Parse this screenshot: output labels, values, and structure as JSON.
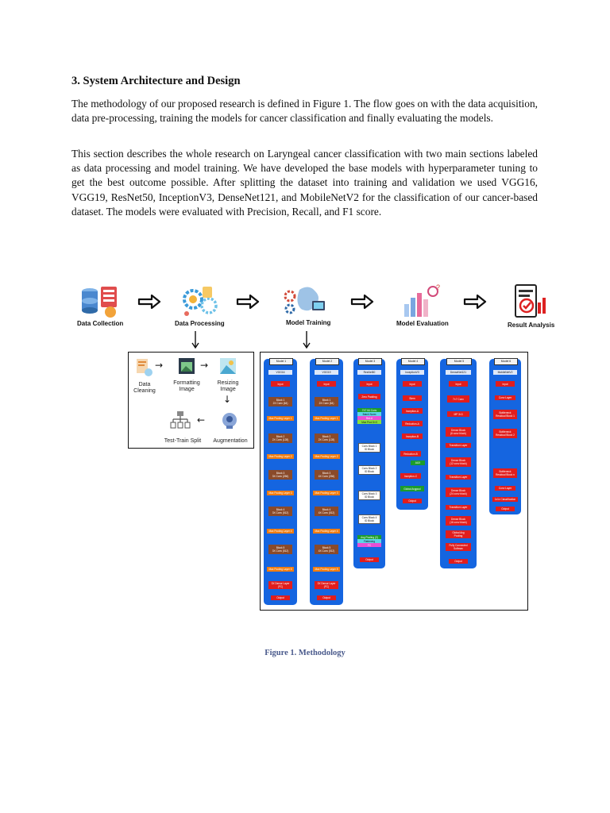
{
  "heading": "3. System Architecture and Design",
  "paragraphs": [
    "The methodology of our proposed research is defined in Figure 1. The flow goes on with the data acquisition, data pre-processing, training the models for cancer classification and finally evaluating the models.",
    "This section describes the whole research on Laryngeal cancer classification with two main sections labeled as data processing and model training. We have developed the base models with hyperparameter tuning to get the best outcome possible. After splitting the dataset into training and validation we used VGG16, VGG19, ResNet50, InceptionV3, DenseNet121, and MobileNetV2 for the classification of our cancer-based dataset. The models were evaluated with Precision, Recall, and F1 score."
  ],
  "figure": {
    "flow_steps": [
      {
        "label": "Data Collection",
        "icon": "database-icon"
      },
      {
        "label": "Data Processing",
        "icon": "gears-icon"
      },
      {
        "label": "Model Training",
        "icon": "brain-gear-icon"
      },
      {
        "label": "Model Evaluation",
        "icon": "chart-evaluation-icon"
      },
      {
        "label": "Result Analysis",
        "icon": "report-check-icon"
      }
    ],
    "processing_steps": [
      {
        "label": "Data\nCleaning",
        "icon": "cleaning-icon"
      },
      {
        "label": "Formatting\nImage",
        "icon": "image-format-icon"
      },
      {
        "label": "Resizing\nImage",
        "icon": "image-resize-icon"
      },
      {
        "label": "Augmentation",
        "icon": "robot-head-icon"
      },
      {
        "label": "Test-Train Split",
        "icon": "split-icon"
      }
    ],
    "models": [
      {
        "header": "Model 1",
        "name": "VGG16"
      },
      {
        "header": "Model 2",
        "name": "VGG19"
      },
      {
        "header": "Model 3",
        "name": "ResNet50"
      },
      {
        "header": "Model 4",
        "name": "InceptionV3"
      },
      {
        "header": "Model 5",
        "name": "DenseNet121"
      },
      {
        "header": "Model 6",
        "name": "MobileNetV2"
      }
    ],
    "caption": "Figure 1. Methodology"
  },
  "colors": {
    "model_panel": "#1565e0",
    "block_red": "#e11d1d",
    "block_orange": "#f07c10",
    "block_brown": "#8a4a2a",
    "caption": "#4a5a8c"
  }
}
